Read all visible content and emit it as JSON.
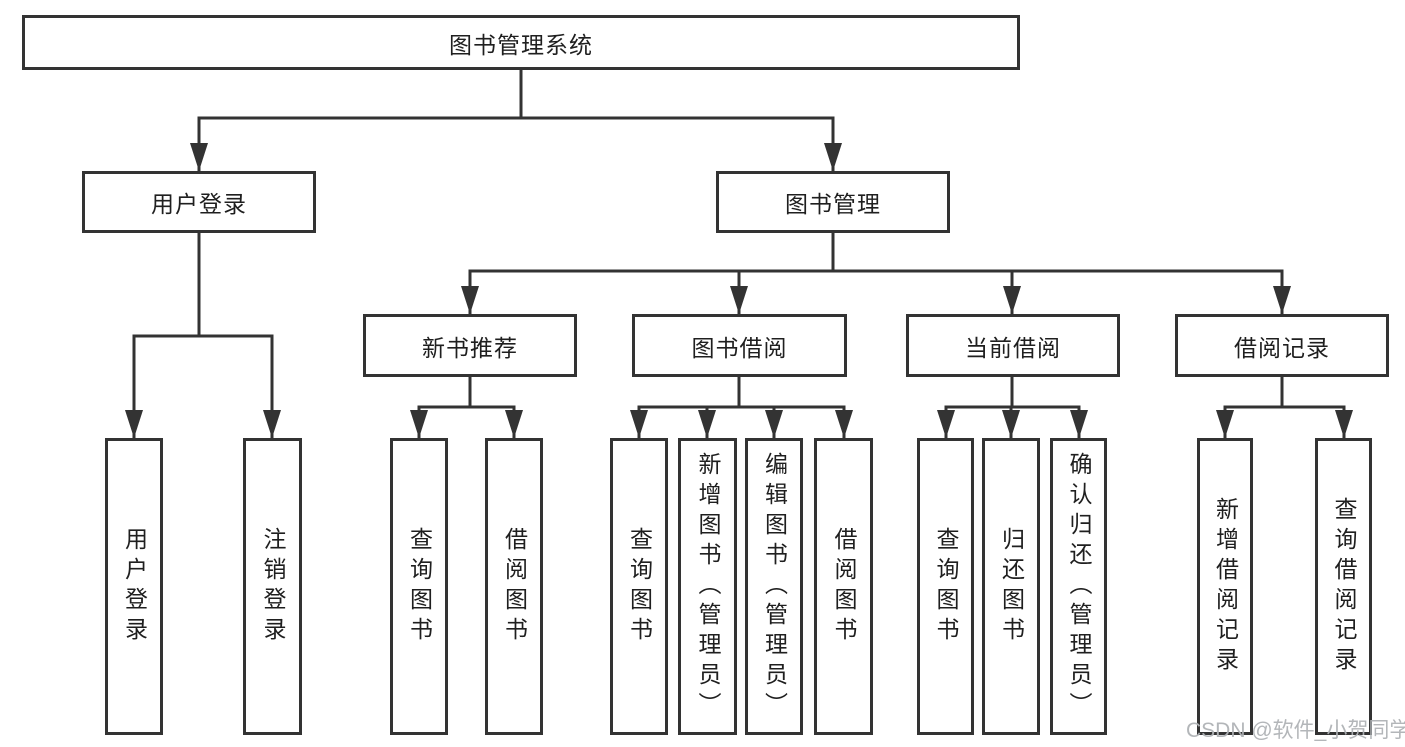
{
  "diagram_title": "图书管理系统",
  "tree": {
    "label": "图书管理系统",
    "children": [
      {
        "label": "用户登录",
        "children": [
          {
            "label": "用户登录"
          },
          {
            "label": "注销登录"
          }
        ]
      },
      {
        "label": "图书管理",
        "children": [
          {
            "label": "新书推荐",
            "children": [
              {
                "label": "查询图书"
              },
              {
                "label": "借阅图书"
              }
            ]
          },
          {
            "label": "图书借阅",
            "children": [
              {
                "label": "查询图书"
              },
              {
                "label": "新增图书（管理员）"
              },
              {
                "label": "编辑图书（管理员）"
              },
              {
                "label": "借阅图书"
              }
            ]
          },
          {
            "label": "当前借阅",
            "children": [
              {
                "label": "查询图书"
              },
              {
                "label": "归还图书"
              },
              {
                "label": "确认归还（管理员）"
              }
            ]
          },
          {
            "label": "借阅记录",
            "children": [
              {
                "label": "新增借阅记录"
              },
              {
                "label": "查询借阅记录"
              }
            ]
          }
        ]
      }
    ]
  },
  "watermark": "CSDN @软件_小贺同学",
  "colors": {
    "line": "#333333",
    "box_border": "#333333",
    "text": "#1f1f1f",
    "background": "#ffffff",
    "watermark": "#afb2b5"
  }
}
